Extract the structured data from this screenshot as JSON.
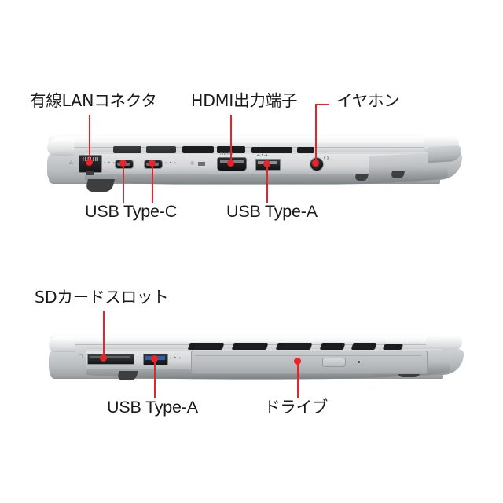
{
  "diagram": {
    "title": "Laptop port layout diagram",
    "background_color": "#ffffff",
    "leader_color": "#e8242a",
    "text_color": "#1a1a1a",
    "chassis_color": "#c6c9cb"
  },
  "views": [
    {
      "id": "rear-left-side",
      "name": "rear-side-view",
      "labels_above": [
        {
          "id": "lan",
          "text": "有線LANコネクタ",
          "lang": "ja"
        },
        {
          "id": "hdmi",
          "text": "HDMI出力端子",
          "lang": "ja"
        },
        {
          "id": "earphone",
          "text": "イヤホン",
          "lang": "ja"
        }
      ],
      "labels_below": [
        {
          "id": "usb-c",
          "text": "USB Type-C",
          "lang": "en"
        },
        {
          "id": "usb-a",
          "text": "USB Type-A",
          "lang": "en"
        }
      ],
      "ports": [
        {
          "id": "lan",
          "type": "rj45",
          "label": "有線LANコネクタ"
        },
        {
          "id": "usb-c-1",
          "type": "usb-type-c",
          "label": "USB Type-C"
        },
        {
          "id": "usb-c-2",
          "type": "usb-type-c",
          "label": "USB Type-C"
        },
        {
          "id": "hdmi",
          "type": "hdmi",
          "label": "HDMI出力端子"
        },
        {
          "id": "usb-a-1",
          "type": "usb-type-a",
          "label": "USB Type-A"
        },
        {
          "id": "earphone",
          "type": "audio-jack",
          "label": "イヤホン"
        }
      ]
    },
    {
      "id": "front-right-side",
      "name": "front-side-view",
      "labels_above": [
        {
          "id": "sd",
          "text": "SDカードスロット",
          "lang": "ja"
        }
      ],
      "labels_below": [
        {
          "id": "usb-a-2",
          "text": "USB Type-A",
          "lang": "en"
        },
        {
          "id": "drive",
          "text": "ドライブ",
          "lang": "ja"
        }
      ],
      "ports": [
        {
          "id": "sd",
          "type": "sd-card-slot",
          "label": "SDカードスロット"
        },
        {
          "id": "usb-a-2",
          "type": "usb-type-a",
          "label": "USB Type-A"
        },
        {
          "id": "drive",
          "type": "optical-drive",
          "label": "ドライブ"
        }
      ]
    }
  ]
}
